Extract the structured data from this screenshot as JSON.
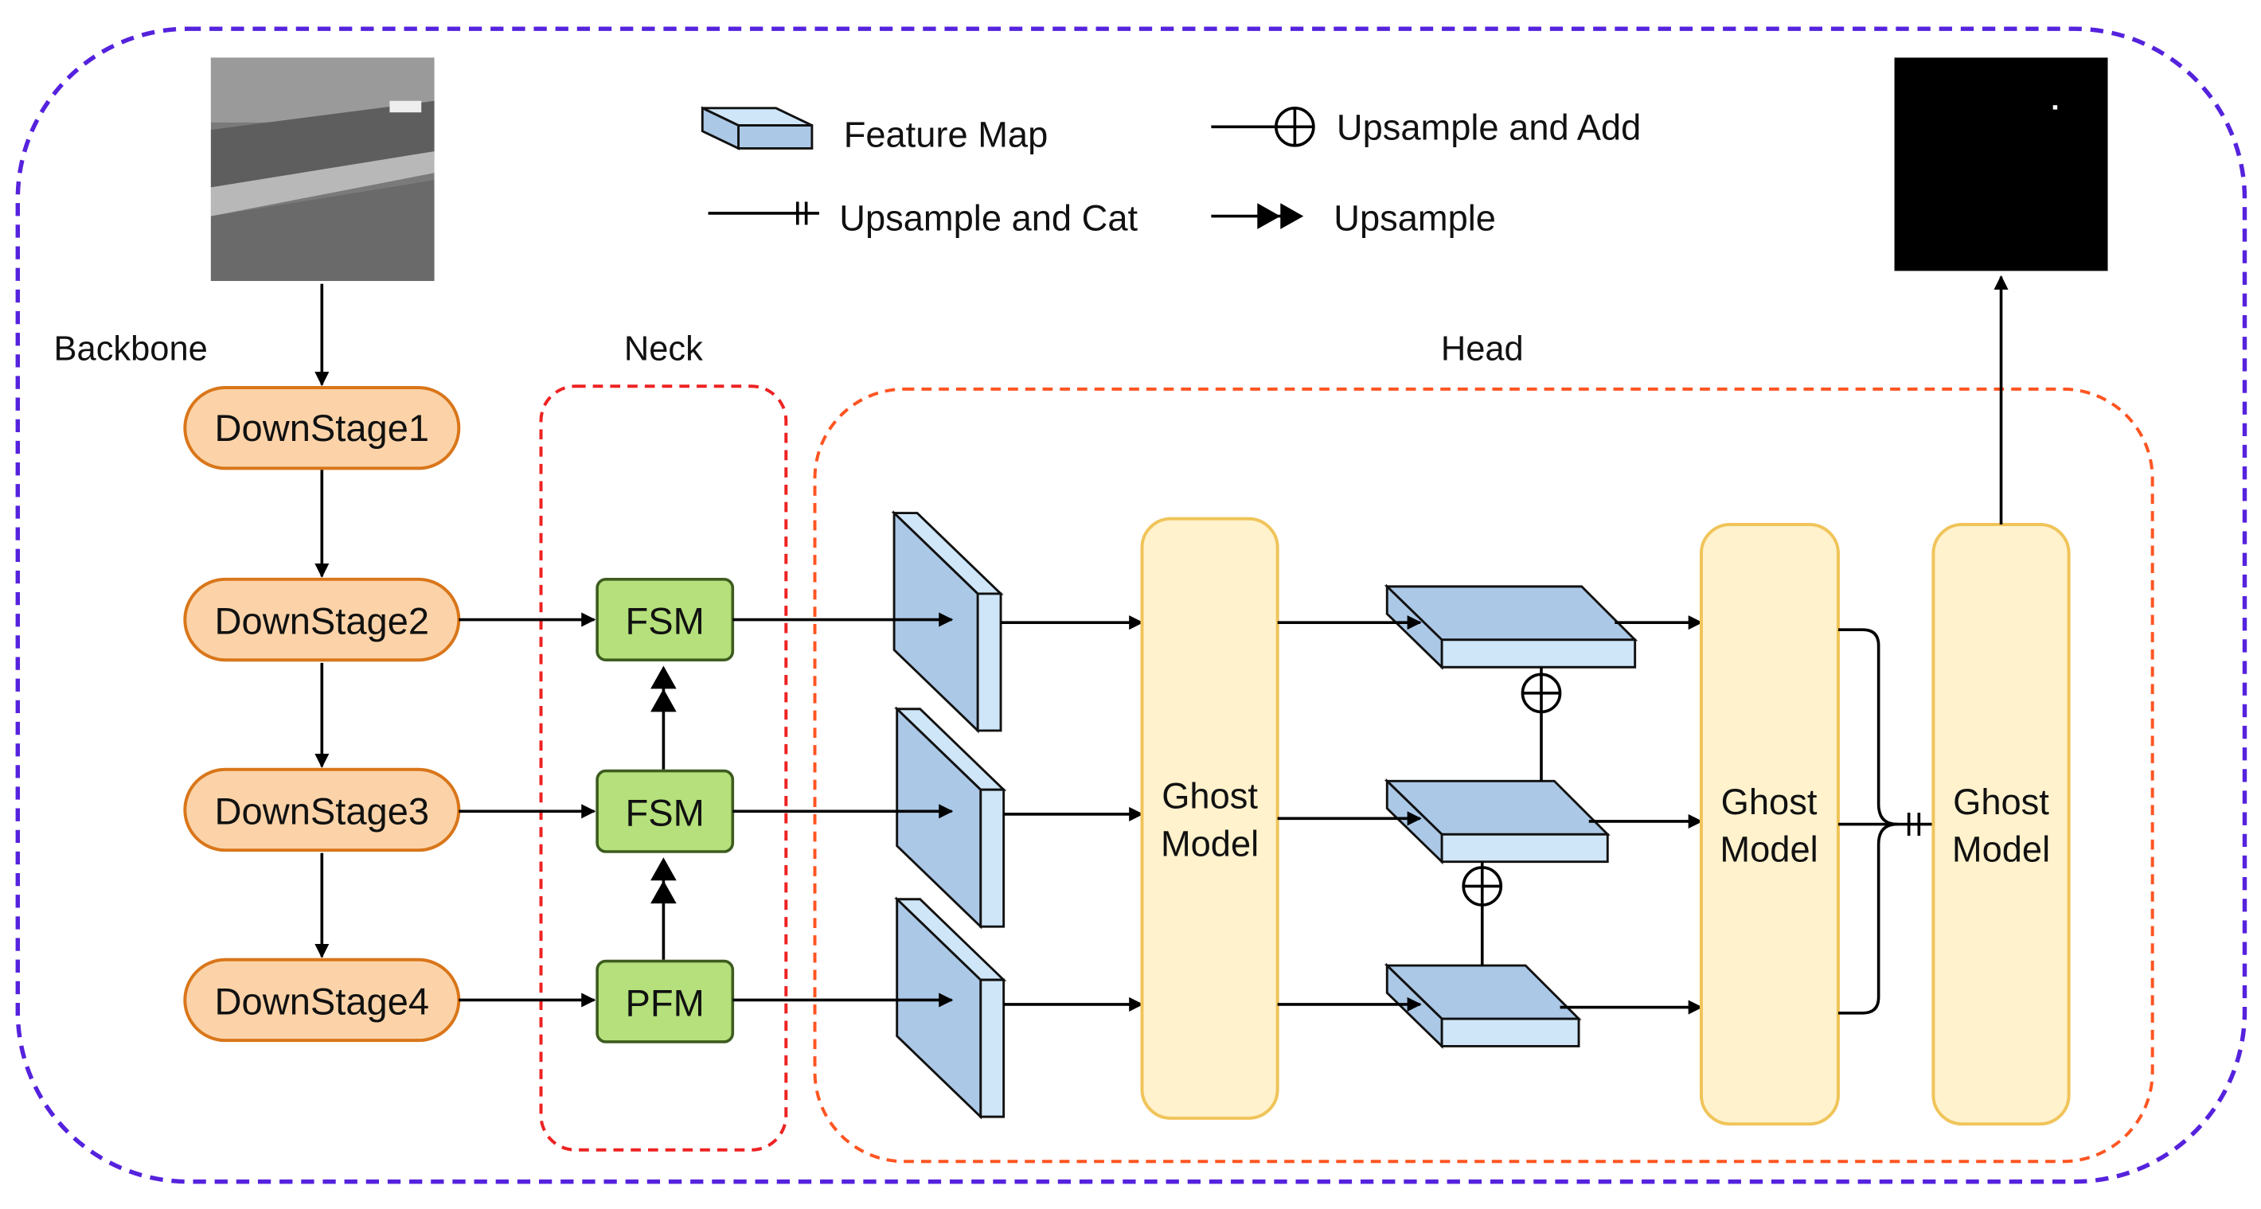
{
  "legend": {
    "feature_map": "Feature Map",
    "upsample_add": "Upsample and Add",
    "upsample_cat": "Upsample and Cat",
    "upsample": "Upsample"
  },
  "sections": {
    "backbone": "Backbone",
    "neck": "Neck",
    "head": "Head"
  },
  "backbone": {
    "stages": [
      "DownStage1",
      "DownStage2",
      "DownStage3",
      "DownStage4"
    ]
  },
  "neck": {
    "fsm_top": "FSM",
    "fsm_mid": "FSM",
    "pfm": "PFM"
  },
  "head": {
    "ghost1": [
      "Ghost",
      "Model"
    ],
    "ghost2": [
      "Ghost",
      "Model"
    ],
    "ghost3": [
      "Ghost",
      "Model"
    ]
  },
  "colors": {
    "outer_border": "#5522dd",
    "neck_border": "#ee2222",
    "head_border": "#ff5522",
    "stage_fill": "#fcd3a8",
    "stage_stroke": "#d9761a",
    "fsm_fill": "#b5e07c",
    "fsm_stroke": "#3d5c1f",
    "ghost_fill": "#fff2cc",
    "ghost_stroke": "#f0c45a",
    "feature_front": "#abc8e6",
    "feature_side": "#cfe6f8",
    "feature_stroke": "#111111"
  }
}
